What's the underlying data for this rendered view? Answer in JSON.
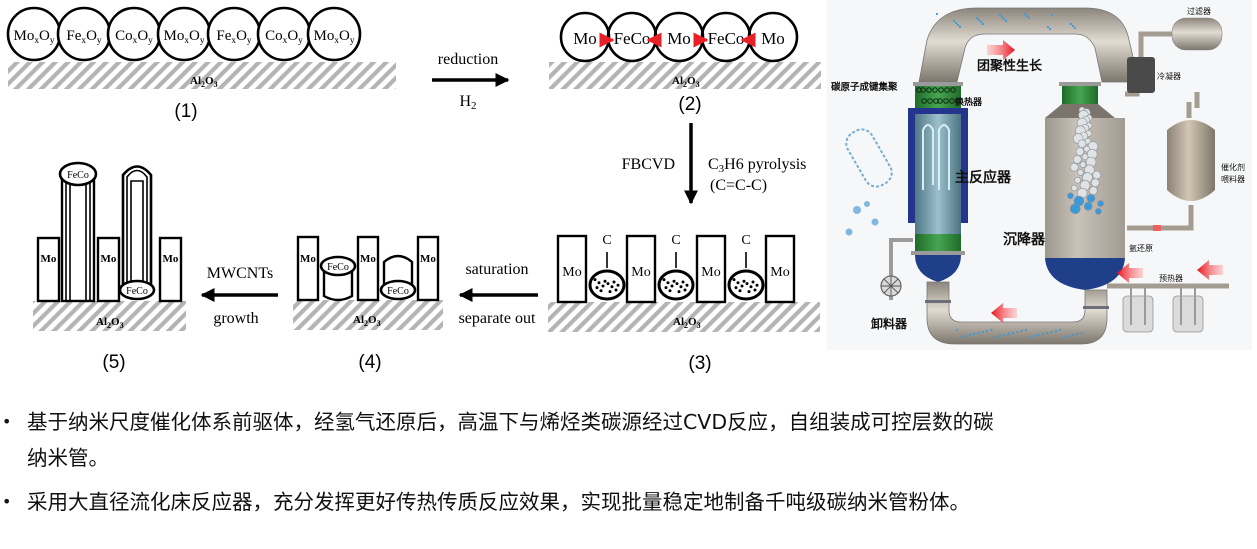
{
  "scheme": {
    "substrate_label": "Al2O3",
    "stages": [
      {
        "id": "1",
        "label": "(1)",
        "particles": [
          "MoxOy",
          "FexOy",
          "CoxOy",
          "MoxOy",
          "FexOy",
          "CoxOy",
          "MoxOy"
        ]
      },
      {
        "id": "2",
        "label": "(2)",
        "particles": [
          "Mo",
          "FeCo",
          "Mo",
          "FeCo",
          "Mo"
        ]
      },
      {
        "id": "3",
        "label": "(3)",
        "blocks": [
          "Mo",
          "Mo",
          "Mo",
          "Mo"
        ],
        "carbon_label": "C"
      },
      {
        "id": "4",
        "label": "(4)",
        "blocks": [
          "Mo",
          "Mo",
          "Mo"
        ],
        "catalyst_label": "FeCo"
      },
      {
        "id": "5",
        "label": "(5)",
        "blocks": [
          "Mo",
          "Mo",
          "Mo"
        ],
        "catalyst_label": "FeCo"
      }
    ],
    "arrows": {
      "a12": {
        "top": "reduction",
        "bottom": "H2"
      },
      "a23": {
        "left": "FBCVD",
        "right_line1": "C3H6 pyrolysis",
        "right_line2": "(C=C-C)"
      },
      "a34": {
        "top": "saturation",
        "bottom": "separate out"
      },
      "a45": {
        "top": "MWCNTs",
        "bottom": "growth"
      }
    },
    "colors": {
      "bond_arrow": "#e8202a",
      "hatch": "#b4b4b4",
      "ink": "#000000"
    }
  },
  "reactor": {
    "labels": {
      "filter": "过滤器",
      "agglomeration": "团聚性生长",
      "carbon_bonding": "碳原子成键集聚",
      "condenser": "冷凝器",
      "heat_exchanger": "换热器",
      "main_reactor": "主反应器",
      "catalyst_feeder": "催化剂\n喂料器",
      "catalyst_feeder_l1": "催化剂",
      "catalyst_feeder_l2": "喂料器",
      "settler": "沉降器",
      "argon_reduction": "氩还原",
      "preheater": "预热器",
      "discharger": "卸料器"
    },
    "colors": {
      "pipe": "#bdb5aa",
      "green": "#2f8a3a",
      "blue_jacket": "#23358c",
      "reactor_body": "#7fa6b3",
      "settler_body": "#b9b3ab",
      "flow_arrow": "#e8202a",
      "particle": "#3a9ad9"
    }
  },
  "bullets": [
    {
      "line1": "基于纳米尺度催化体系前驱体，经氢气还原后，高温下与烯烃类碳源经过CVD反应，自组装成可控层数的碳",
      "line2": "纳米管。"
    },
    {
      "line1": "采用大直径流化床反应器，充分发挥更好传热传质反应效果，实现批量稳定地制备千吨级碳纳米管粉体。"
    }
  ]
}
